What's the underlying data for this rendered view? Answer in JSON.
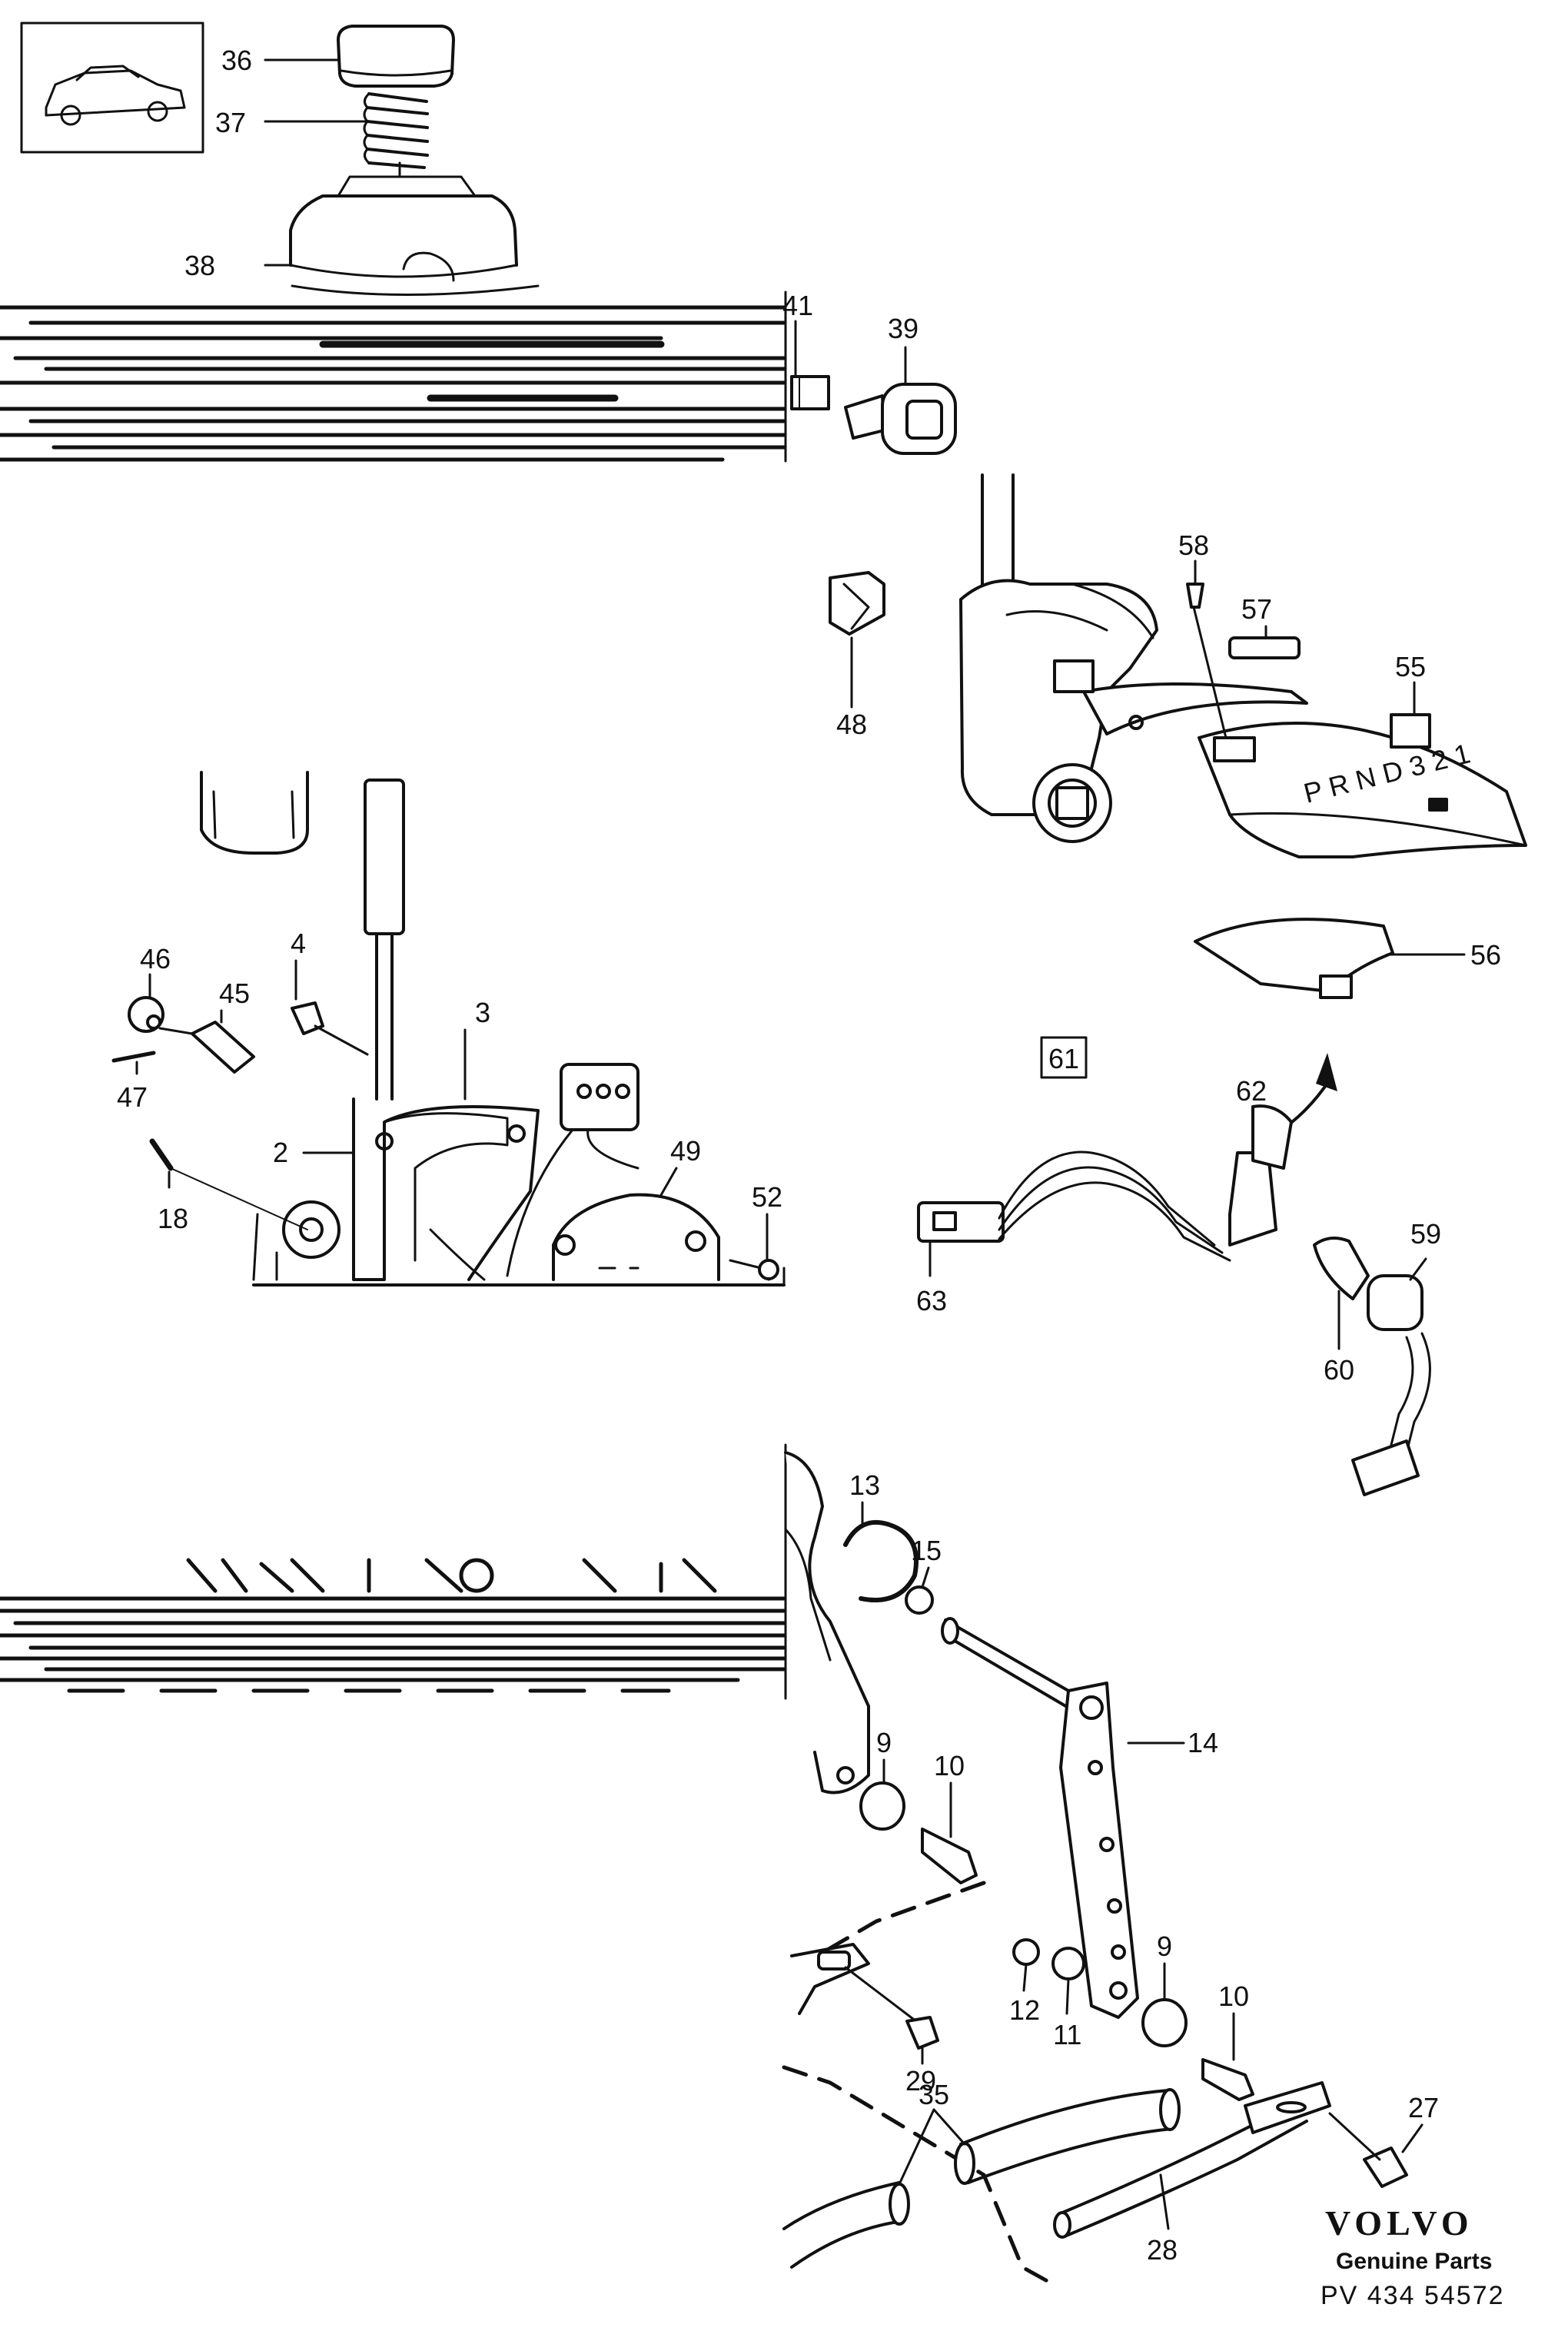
{
  "diagram": {
    "callouts": [
      {
        "id": "36",
        "label": "36"
      },
      {
        "id": "37",
        "label": "37"
      },
      {
        "id": "38",
        "label": "38"
      },
      {
        "id": "41",
        "label": "41"
      },
      {
        "id": "39",
        "label": "39"
      },
      {
        "id": "58",
        "label": "58"
      },
      {
        "id": "57",
        "label": "57"
      },
      {
        "id": "55",
        "label": "55"
      },
      {
        "id": "48",
        "label": "48"
      },
      {
        "id": "56",
        "label": "56"
      },
      {
        "id": "46",
        "label": "46"
      },
      {
        "id": "4",
        "label": "4"
      },
      {
        "id": "45",
        "label": "45"
      },
      {
        "id": "3",
        "label": "3"
      },
      {
        "id": "47",
        "label": "47"
      },
      {
        "id": "2",
        "label": "2"
      },
      {
        "id": "49",
        "label": "49"
      },
      {
        "id": "52",
        "label": "52"
      },
      {
        "id": "18",
        "label": "18"
      },
      {
        "id": "61",
        "label": "61"
      },
      {
        "id": "62",
        "label": "62"
      },
      {
        "id": "63",
        "label": "63"
      },
      {
        "id": "59",
        "label": "59"
      },
      {
        "id": "60",
        "label": "60"
      },
      {
        "id": "13",
        "label": "13"
      },
      {
        "id": "15",
        "label": "15"
      },
      {
        "id": "14",
        "label": "14"
      },
      {
        "id": "9a",
        "label": "9"
      },
      {
        "id": "10a",
        "label": "10"
      },
      {
        "id": "12",
        "label": "12"
      },
      {
        "id": "11",
        "label": "11"
      },
      {
        "id": "9b",
        "label": "9"
      },
      {
        "id": "10b",
        "label": "10"
      },
      {
        "id": "29",
        "label": "29"
      },
      {
        "id": "35",
        "label": "35"
      },
      {
        "id": "27",
        "label": "27"
      },
      {
        "id": "28",
        "label": "28"
      }
    ],
    "shift_gate": "P R N D 3 2 1"
  },
  "footer": {
    "brand": "VOLVO",
    "tagline": "Genuine Parts",
    "code": "PV 434 54572"
  }
}
